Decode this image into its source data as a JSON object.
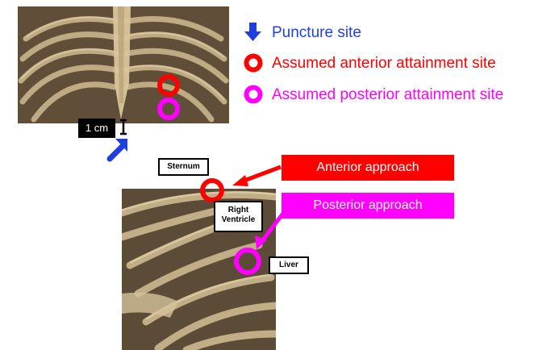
{
  "legend": {
    "puncture_site": "Puncture site",
    "anterior_site": "Assumed anterior attainment site",
    "posterior_site": "Assumed posterior attainment site"
  },
  "scale_bar": {
    "label": "1 cm"
  },
  "labels": {
    "sternum": "Sternum",
    "right_ventricle_line1": "Right",
    "right_ventricle_line2": "Ventricle",
    "liver": "Liver"
  },
  "approaches": {
    "anterior": "Anterior approach",
    "posterior": "Posterior approach"
  },
  "colors": {
    "puncture_arrow": "#1f3fe0",
    "anterior": "#ff0000",
    "posterior": "#ff00ff",
    "legend_blue": "#1f3fe0",
    "bone": "#c8b48a",
    "background_dark": "#3a2e22"
  }
}
